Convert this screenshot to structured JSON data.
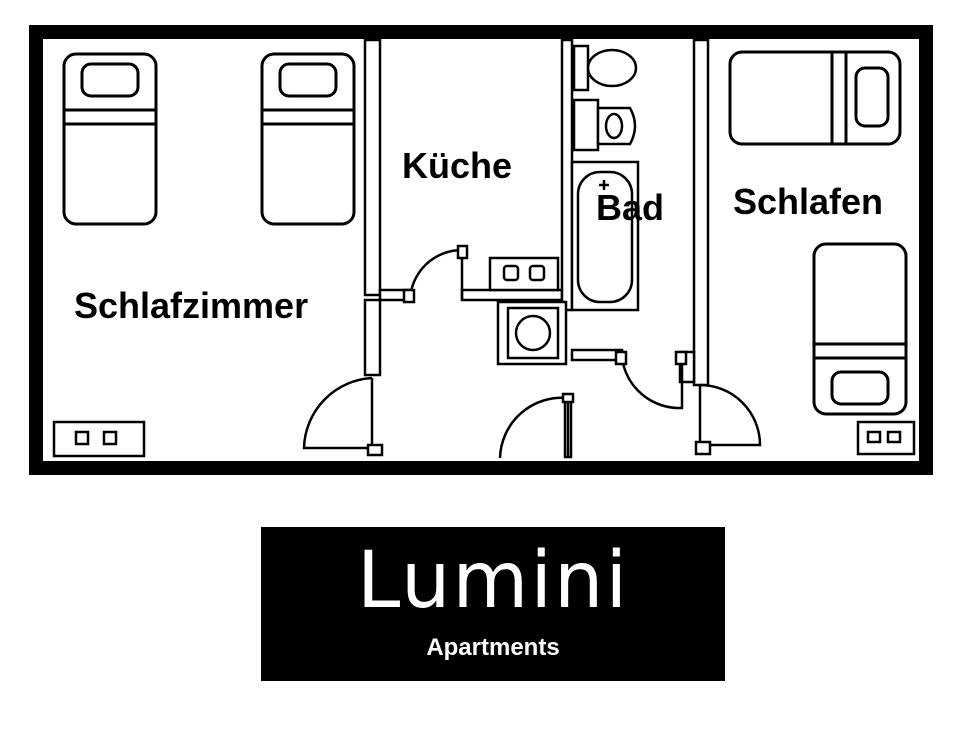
{
  "rooms": {
    "bedroom_main": "Schlafzimmer",
    "kitchen": "Küche",
    "bathroom": "Bad",
    "bedroom_second": "Schlafen"
  },
  "logo": {
    "name": "Lumini",
    "tagline": "Apartments"
  },
  "colors": {
    "wall": "#000000",
    "background": "#ffffff",
    "logo_background": "#000000",
    "logo_text": "#ffffff"
  }
}
